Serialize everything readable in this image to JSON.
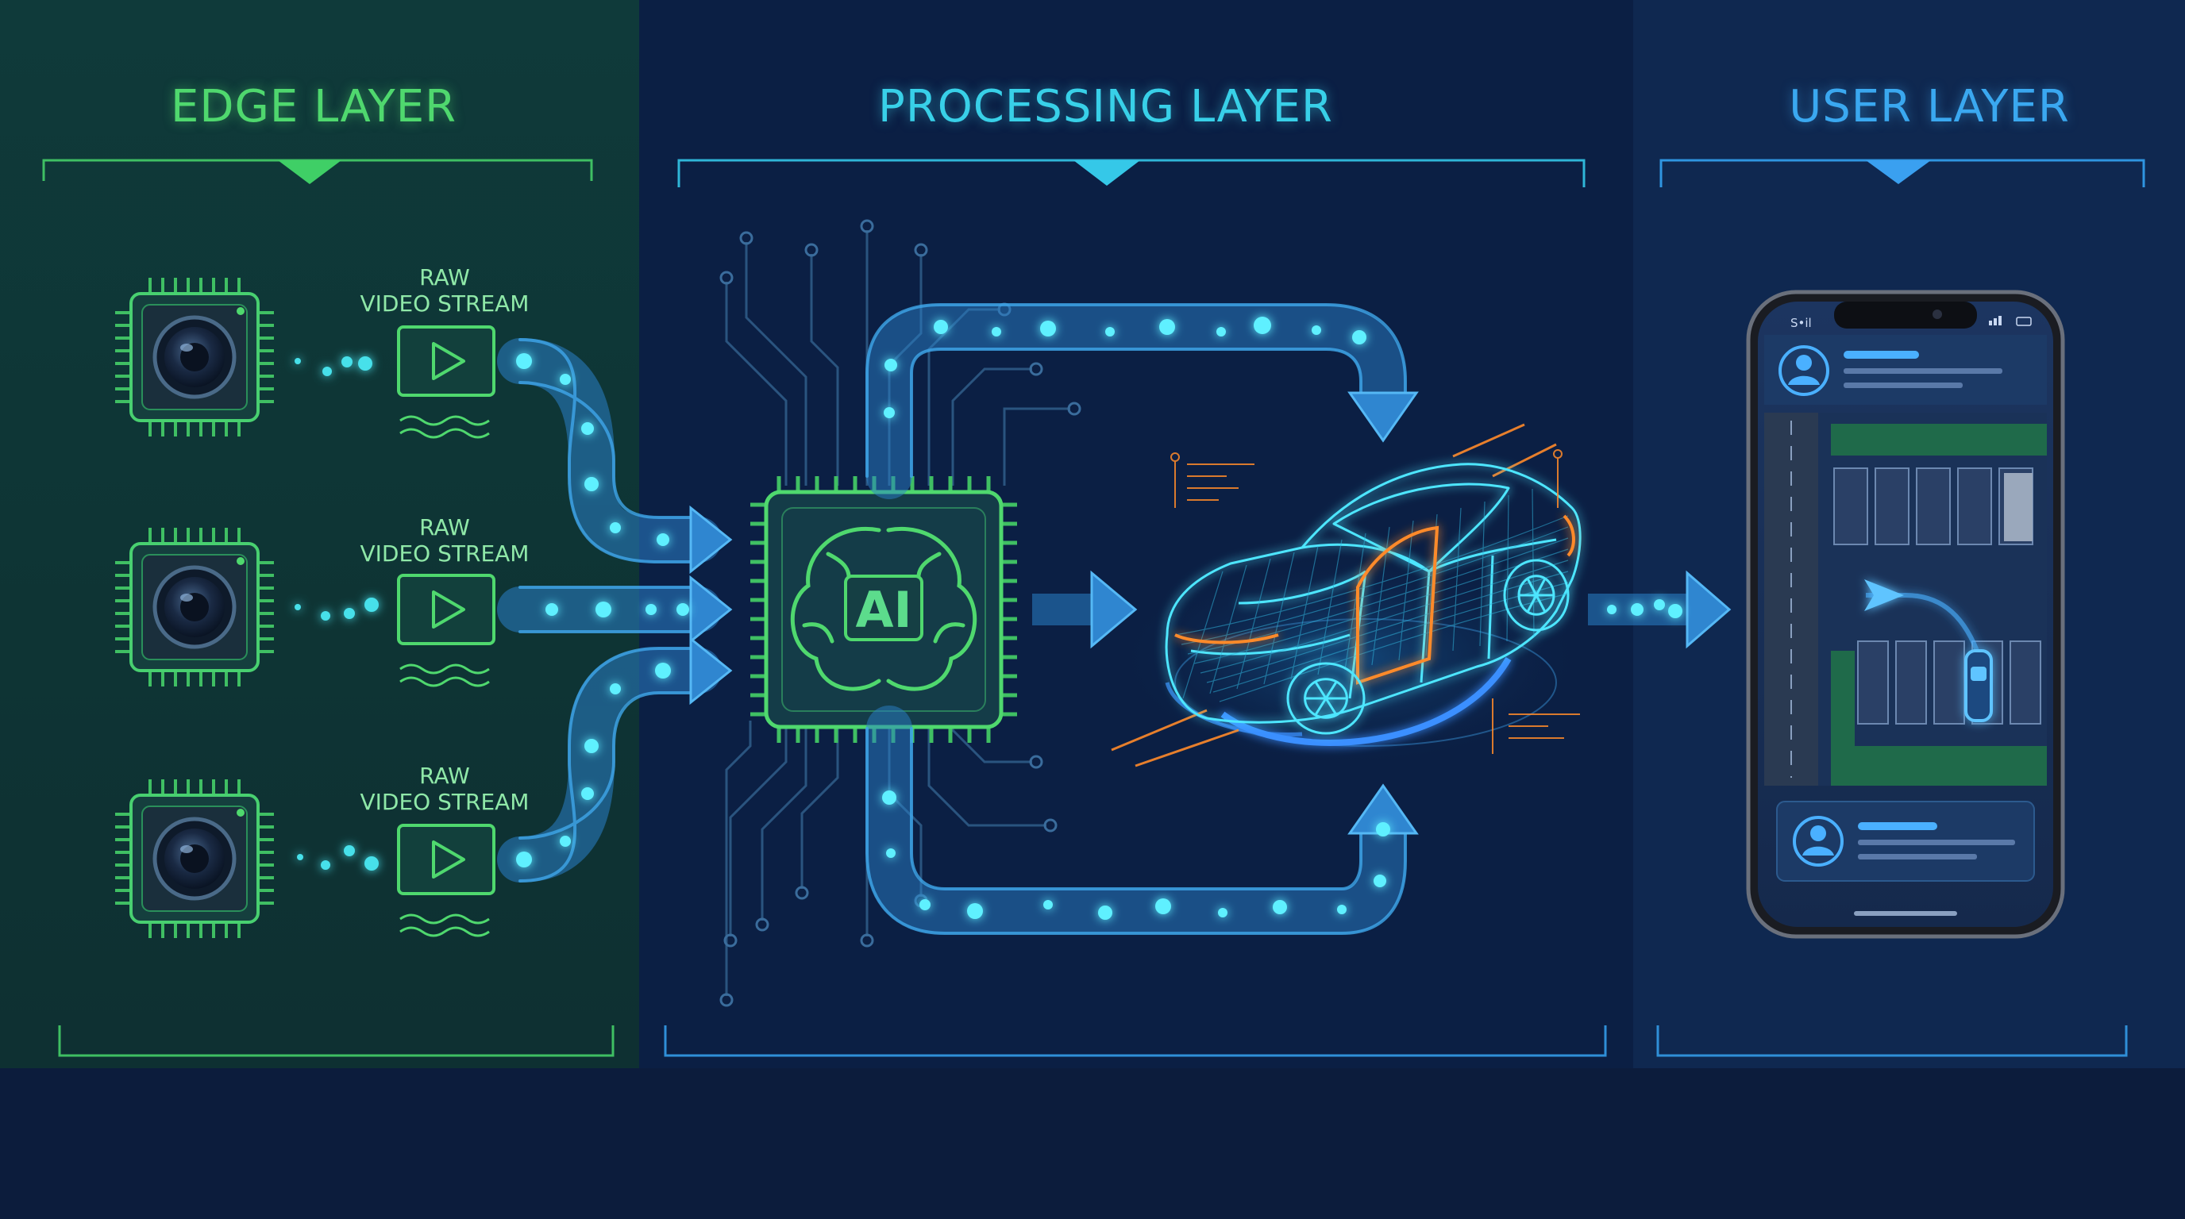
{
  "layers": {
    "edge": {
      "title": "EDGE LAYER"
    },
    "processing": {
      "title": "PROCESSING LAYER"
    },
    "user": {
      "title": "USER LAYER"
    }
  },
  "edge_streams": [
    {
      "line1": "RAW",
      "line2": "VIDEO STREAM"
    },
    {
      "line1": "RAW",
      "line2": "VIDEO STREAM"
    },
    {
      "line1": "RAW",
      "line2": "VIDEO STREAM"
    }
  ],
  "ai_chip": {
    "label": "AI"
  },
  "phone": {
    "carrier": "S•il"
  },
  "colors": {
    "edge_green": "#4fd86e",
    "processing_cyan": "#38d0e8",
    "user_blue": "#3aa8f0",
    "car_wireframe": "#4ee6ff",
    "car_accent_orange": "#ff8a2a",
    "background": "#0b1d3e"
  },
  "icons": [
    "camera-sensor-chip-icon",
    "play-video-icon",
    "wave-icon",
    "ai-brain-chip-icon",
    "car-wireframe-icon",
    "smartphone-icon",
    "user-avatar-icon",
    "navigation-arrow-icon"
  ]
}
